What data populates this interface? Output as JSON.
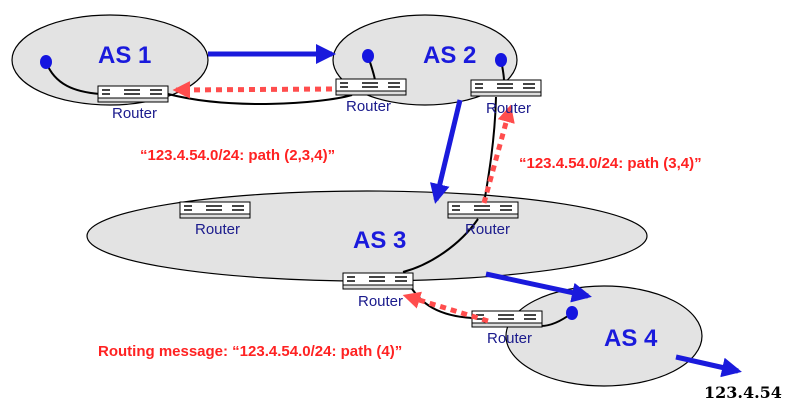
{
  "colors": {
    "as_fill": "#e3e3e3",
    "as_stroke": "#000000",
    "blue": "#1a1adc",
    "red": "#ff4d4d",
    "red_text": "#ff2222",
    "host": "#1515e0",
    "router_label": "#1a1a8c"
  },
  "as": {
    "as1": "AS 1",
    "as2": "AS 2",
    "as3": "AS 3",
    "as4": "AS 4"
  },
  "routers": {
    "r1": "Router",
    "r2a": "Router",
    "r2b": "Router",
    "r3a": "Router",
    "r3b": "Router",
    "r3c": "Router",
    "r4": "Router"
  },
  "messages": {
    "path_234": "“123.4.54.0/24: path (2,3,4)”",
    "path_34": "“123.4.54.0/24: path (3,4)”",
    "path_4": "Routing message: “123.4.54.0/24: path (4)”"
  },
  "destination": "123.4.54"
}
